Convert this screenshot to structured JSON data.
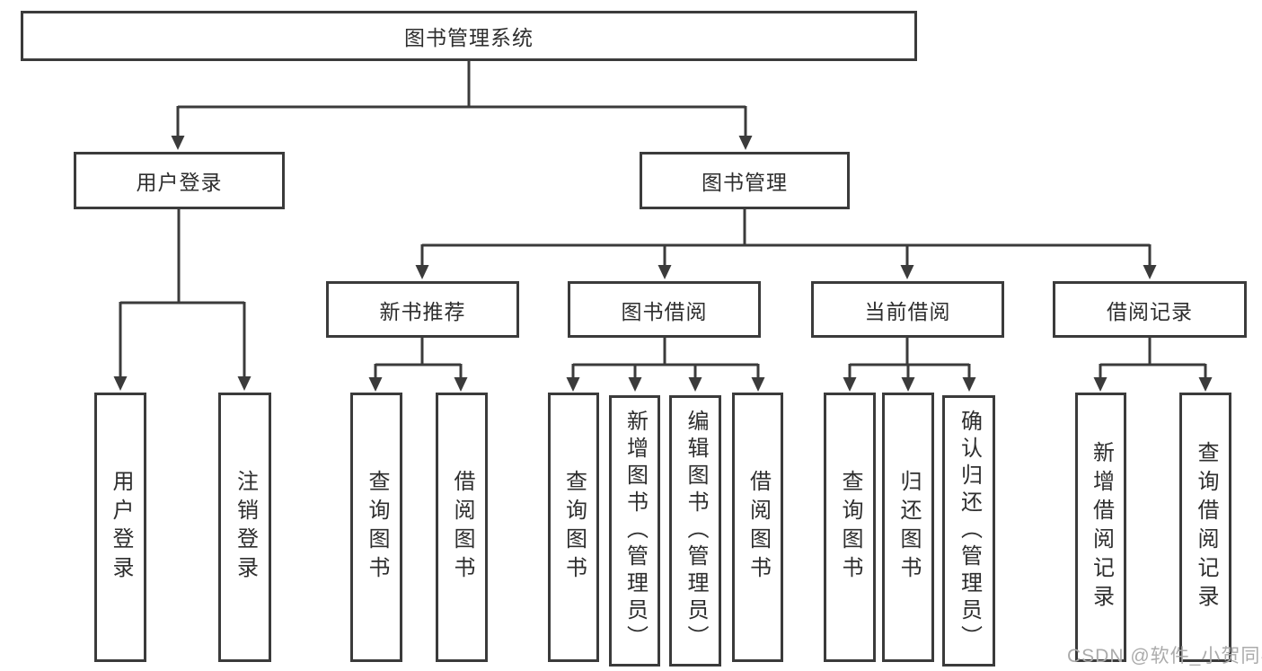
{
  "colors": {
    "line": "#3b3b3b",
    "text": "#2e2e2e",
    "background": "#ffffff",
    "watermark_text": "#ababab"
  },
  "watermark": "CSDN @软件_小贺同学",
  "tree": {
    "root": "图书管理系统",
    "user_login": {
      "label": "用户登录",
      "children": [
        "用户登录",
        "注销登录"
      ]
    },
    "book_mgmt": {
      "label": "图书管理",
      "sections": [
        {
          "label": "新书推荐",
          "children": [
            "查询图书",
            "借阅图书"
          ]
        },
        {
          "label": "图书借阅",
          "children": [
            "查询图书",
            "新增图书（管理员）",
            "编辑图书（管理员）",
            "借阅图书"
          ]
        },
        {
          "label": "当前借阅",
          "children": [
            "查询图书",
            "归还图书",
            "确认归还（管理员）"
          ]
        },
        {
          "label": "借阅记录",
          "children": [
            "新增借阅记录",
            "查询借阅记录"
          ]
        }
      ]
    }
  }
}
